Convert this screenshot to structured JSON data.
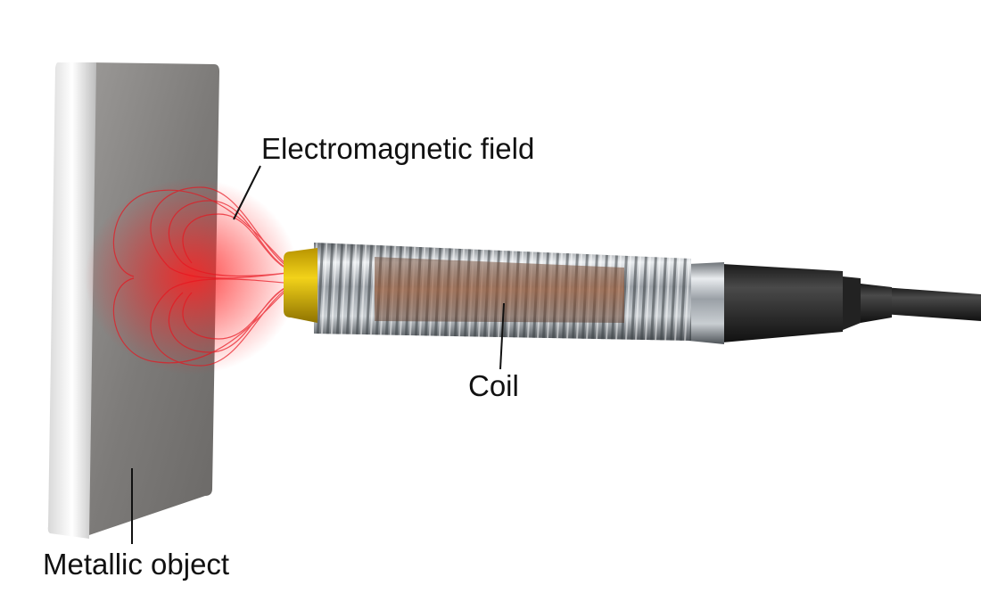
{
  "labels": {
    "field": "Electromagnetic field",
    "coil": "Coil",
    "object": "Metallic object"
  },
  "colors": {
    "field": "#e8141e",
    "tip": "#e3c10d",
    "coil": "#8a5a3c",
    "cable": "#2a2a2a"
  }
}
